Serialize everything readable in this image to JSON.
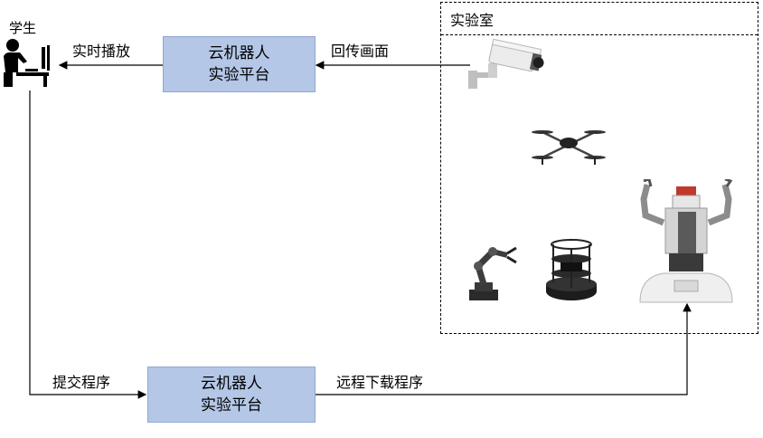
{
  "student": {
    "label": "学生"
  },
  "platform_top": {
    "line1": "云机器人",
    "line2": "实验平台"
  },
  "platform_bottom": {
    "line1": "云机器人",
    "line2": "实验平台"
  },
  "lab": {
    "title": "实验室"
  },
  "edges": {
    "realtime": "实时播放",
    "return_feed": "回传画面",
    "submit": "提交程序",
    "remote_download": "远程下载程序"
  },
  "icons": [
    "student-at-computer-icon",
    "security-camera-icon",
    "quadcopter-drone-icon",
    "robotic-arm-icon",
    "turtlebot-robot-icon",
    "humanoid-robot-icon"
  ]
}
